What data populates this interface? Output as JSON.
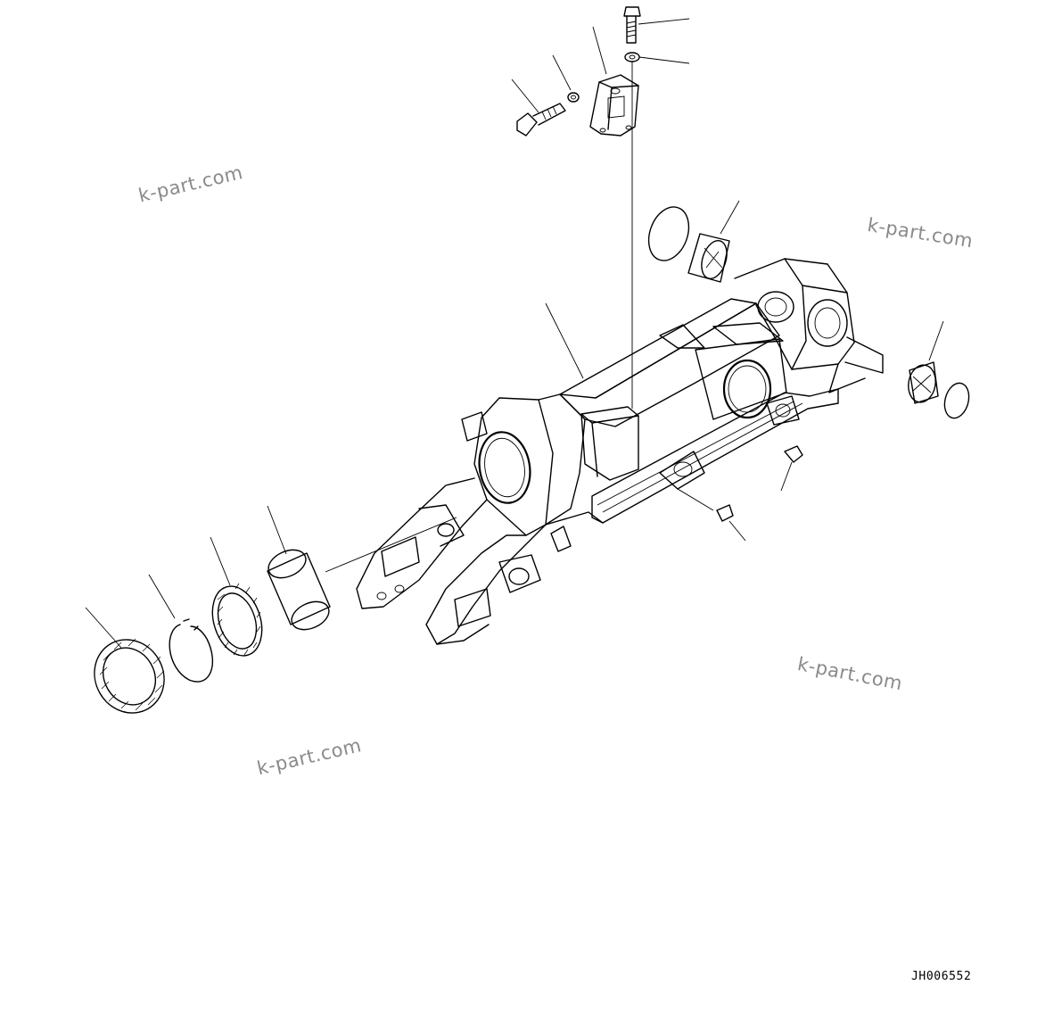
{
  "diagram": {
    "watermarks": [
      "k-part.com",
      "k-part.com",
      "k-part.com",
      "k-part.com"
    ],
    "drawing_code": "JH006552",
    "colors": {
      "line": "#000000",
      "background": "#ffffff",
      "watermark": "#8a8a8a"
    }
  }
}
